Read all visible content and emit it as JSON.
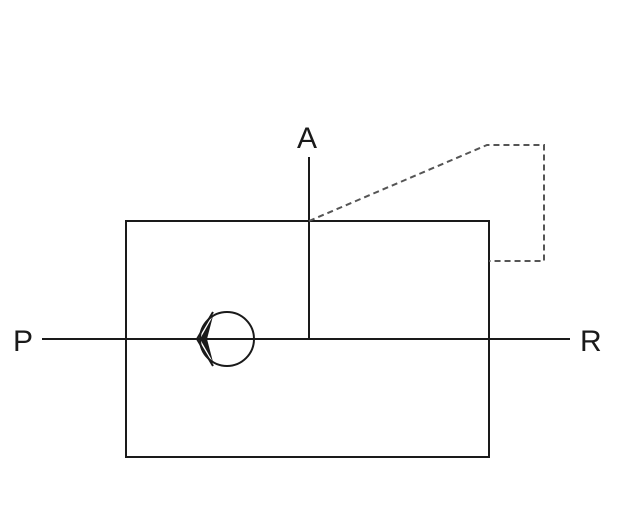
{
  "ports": {
    "pressure": "P",
    "working": "A",
    "return": "R"
  },
  "colors": {
    "line": "#1a1a1a",
    "pilot_line": "#555555",
    "background": "#ffffff"
  },
  "symbols": {
    "check_valve": "check-valve-symbol",
    "pilot_line": "dashed-pilot-line"
  }
}
